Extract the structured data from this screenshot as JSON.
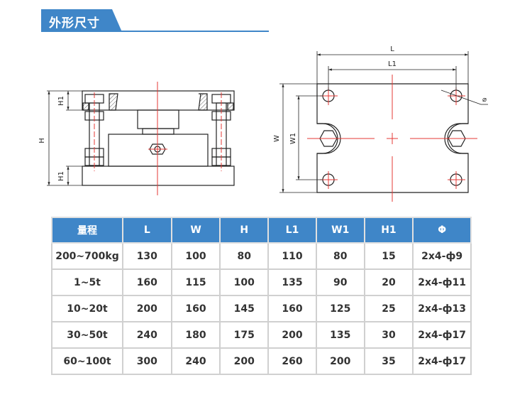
{
  "section_title": "外形尺寸",
  "drawing_labels": {
    "H": "H",
    "H1_top": "H1",
    "H1_bottom": "H1",
    "L": "L",
    "L1": "L1",
    "W": "W",
    "W1": "W1",
    "phi": "⌀"
  },
  "table": {
    "headers": [
      "量程",
      "L",
      "W",
      "H",
      "L1",
      "W1",
      "H1",
      "Φ"
    ],
    "rows": [
      [
        "200~700kg",
        "130",
        "100",
        "80",
        "110",
        "80",
        "15",
        "2x4-ф9"
      ],
      [
        "1~5t",
        "160",
        "115",
        "100",
        "135",
        "90",
        "20",
        "2x4-ф11"
      ],
      [
        "10~20t",
        "200",
        "160",
        "145",
        "160",
        "125",
        "25",
        "2x4-ф13"
      ],
      [
        "30~50t",
        "240",
        "180",
        "175",
        "200",
        "135",
        "30",
        "2x4-ф17"
      ],
      [
        "60~100t",
        "300",
        "240",
        "200",
        "260",
        "200",
        "35",
        "2x4-ф17"
      ]
    ]
  },
  "colors": {
    "accent": "#3f86c8",
    "centerline": "#e53935"
  }
}
